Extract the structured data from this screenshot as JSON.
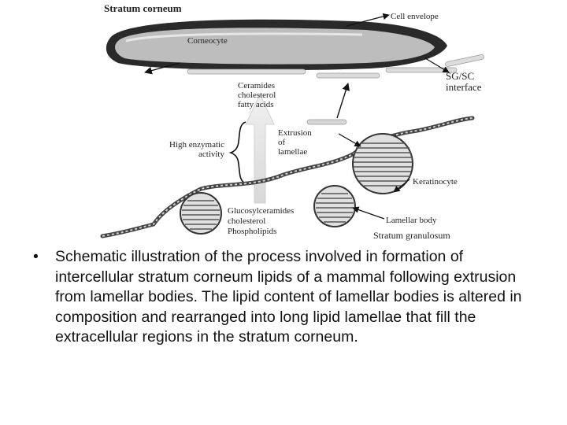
{
  "diagram": {
    "labels": {
      "stratum_corneum": "Stratum corneum",
      "cell_envelope": "Cell envelope",
      "corneocyte": "Corneocyte",
      "sg_sc_line1": "SG/SC",
      "sg_sc_line2": "interface",
      "ceramides_line1": "Ceramides",
      "ceramides_line2": "cholesterol",
      "ceramides_line3": "fatty acids",
      "extrusion_line1": "Extrusion",
      "extrusion_line2": "of",
      "extrusion_line3": "lamellae",
      "enzymatic_line1": "High enzymatic",
      "enzymatic_line2": "activity",
      "keratinocyte": "Keratinocyte",
      "gluco_line1": "Glucosylceramides",
      "gluco_line2": "cholesterol",
      "gluco_line3": "Phospholipids",
      "lamellar_body": "Lamellar body",
      "stratum_granulosum": "Stratum granulosum"
    }
  },
  "caption": {
    "bullet": "•",
    "text": "Schematic illustration of the process involved in formation of intercellular stratum corneum lipids of a mammal following extrusion from lamellar bodies. The lipid content of lamellar bodies is altered in composition and rearranged into long lipid lamellae that fill the extracellular regions in the stratum corneum."
  }
}
